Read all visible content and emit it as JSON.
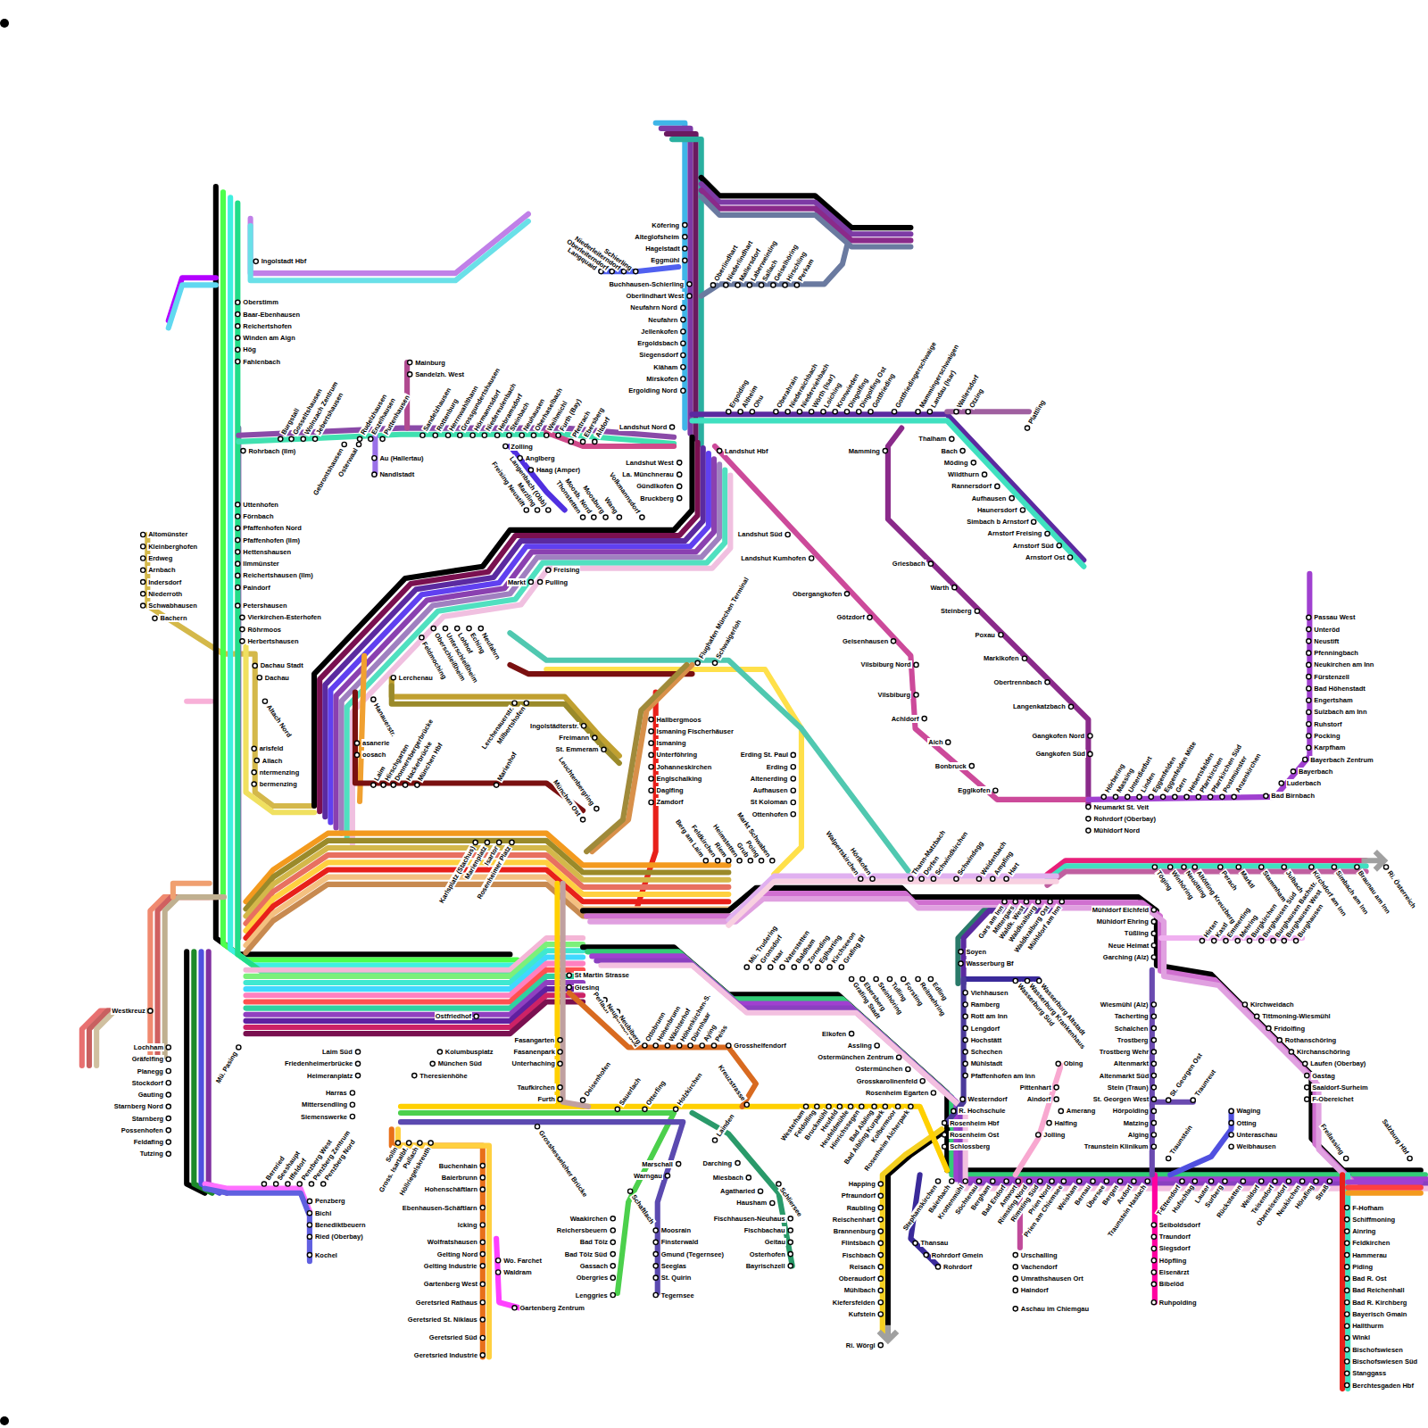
{
  "diagram": {
    "labels": [
      "Ingolstadt Hbf",
      "Oberstimm",
      "Baar-Ebenhausen",
      "Reichertshofen",
      "Winden am Aign",
      "Hög",
      "Fahlenbach",
      "Rohrbach (Ilm)",
      "Uttenhofen",
      "Förnbach",
      "Pfaffenhofen Nord",
      "Pfaffenhofen (Ilm)",
      "Hettenshausen",
      "Ilmmünster",
      "Reichertshausen (Ilm)",
      "Paindorf",
      "Petershausen",
      "Vierkirchen-Esterhofen",
      "Röhrmoos",
      "Herbertshausen",
      "Dachau Stadt",
      "Dachau",
      "Altach Nord",
      "arisfeld",
      "Allach",
      "ntermenzing",
      "bermenzing",
      "Altomünster",
      "Kleinberghofen",
      "Erdweg",
      "Arnbach",
      "Indersdorf",
      "Niederroth",
      "Schwabhausen",
      "Bachern",
      "Burgstall",
      "Gosseltshausen",
      "Wolnzach Zentrum",
      "Jebertshausen",
      "Rudelzhausen",
      "Enzelhausen",
      "Puttenhausen",
      "Gebrontshausen",
      "Osterwaal",
      "Au (Hallertau)",
      "Nandlstadt",
      "Mainburg",
      "Sandelzh. West",
      "Sandelzhausen",
      "Rottenburg",
      "Herrnwahlthann",
      "Grossgundertshausen",
      "Hörmannsdorf",
      "Niedereulenbach",
      "Hebramsdorf",
      "Steinbach",
      "Neuhausen",
      "Oberhaselbach",
      "Weihmichl",
      "Furth (Bay)",
      "Pfettrach",
      "Ebersberg",
      "Altdorf",
      "Köfering",
      "Alteglofsheim",
      "Hagelstadt",
      "Eggmühl",
      "Langquaid",
      "Oberleiterndorf",
      "Niederleiterndorf",
      "Schierling",
      "Buchhausen-Schierling",
      "Oberlindhart West",
      "Neufahrn Nord",
      "Neufahrn",
      "Jellenkofen",
      "Ergoldsbach",
      "Siegensdorf",
      "Kläham",
      "Mirskofen",
      "Ergolding Nord",
      "Oberlindhart",
      "Niederlindhart",
      "Mallersdorf",
      "Laberweinting",
      "Sallach",
      "Geiselhöring",
      "Hirschling",
      "Perkam",
      "Landshut Nord",
      "Landshut Hbf",
      "Landshut West",
      "La. Münchnerau",
      "Gündlkofen",
      "Bruckberg",
      "Ergolding",
      "Altheim",
      "Ohu",
      "Oberahrain",
      "Niederaichbach",
      "Niederviehbach",
      "Wörth (Isar)",
      "Loiching",
      "Kronwieden",
      "Dingolfing",
      "Dingolfing Ost",
      "Gottfrieding",
      "Gottfriedingerschwaige",
      "Mammingerschwaigen",
      "Landau (Isar)",
      "Wallersdorf",
      "Otzing",
      "Plattling",
      "Mamming",
      "Thalham",
      "Bach",
      "Möding",
      "Wildthurn",
      "Rannersdorf",
      "Aufhausen",
      "Haunersdorf",
      "Simbach b Arnstorf",
      "Arnstorf Freising",
      "Arnstorf Süd",
      "Arnstorf Ost",
      "Landshut Süd",
      "Landshut Kumhofen",
      "Obergangkofen",
      "Götzdorf",
      "Geisenhausen",
      "Vilsbiburg Nord",
      "Vilsbiburg",
      "Achldorf",
      "Aich",
      "Bonbruck",
      "Egglkofen",
      "Griesbach",
      "Warth",
      "Steinberg",
      "Poxau",
      "Marklkofen",
      "Obertrennbach",
      "Langenkatzbach",
      "Gangkofen Nord",
      "Gangkofen Süd",
      "Neumarkt St. Veit",
      "Rohrdorf (Oberbay)",
      "Mühldorf Nord",
      "Hörbering",
      "Massing",
      "Unterdietfurt",
      "Linden",
      "Eggenfelden",
      "Eggenfelden Mitte",
      "Gern",
      "Hebertsfelden",
      "Pfarrkirchen",
      "Pfarrkirchen Süd",
      "Postmünster",
      "Anzenkirchen",
      "Passau West",
      "Unteröd",
      "Neustift",
      "Pfenningbach",
      "Neukirchen am Inn",
      "Fürstenzell",
      "Bad Höhenstadt",
      "Engertsham",
      "Sulzbach am Inn",
      "Ruhstorf",
      "Pocking",
      "Karpfham",
      "Bayerbach Zentrum",
      "Bayerbach",
      "Luderbach",
      "Bad Birnbach",
      "Zolling",
      "Anglberg",
      "Haag (Amper)",
      "Freising Neustift",
      "Marzling",
      "Langenbach (Obb)",
      "Thonstetten",
      "Moosb. Nord",
      "Moosburg",
      "Wang",
      "Volkmannsdorf",
      "Freising",
      "Pulling",
      "Markt",
      "Feldmoching",
      "Oberschleißheim",
      "Unterschleißheim",
      "Lohhof",
      "Eching",
      "Neufahrn",
      "Lerchenau",
      "Hanauerstr.",
      "asanerie",
      "oosach",
      "Lerchenauerstr.",
      "Milbertshofen",
      "Ingolstädterstr.",
      "Freimann",
      "St. Emmeram",
      "Flughafen München Terminal",
      "Schwaigerloh",
      "Hallbergmoos",
      "Ismaning Fischerhäuser",
      "Ismaning",
      "Unterföhring",
      "Johanneskirchen",
      "Englschalking",
      "Daglfing",
      "Zamdorf",
      "Laim",
      "Hirschgarten",
      "Donnersbergerbrücke",
      "Hackerbrücke",
      "München Hbf",
      "Marienhof",
      "Karlsplatz (Stachus)",
      "Marienplatz",
      "Isartor",
      "Rosenheimer Platz",
      "Leuchtenbergring",
      "München Ost",
      "Berg am Laim",
      "Feldkirchen",
      "Riem",
      "Heimstetten",
      "Grub",
      "Poing",
      "Markt Schwaben",
      "Erding St. Paul",
      "Erding",
      "Altenerding",
      "Aufhausen",
      "St Koloman",
      "Ottenhofen",
      "Walpertskirchen",
      "Hörlkofen",
      "Thann-Matzbach",
      "Dorfen",
      "Schwindkirchen",
      "Schwindegg",
      "Weidenbach",
      "Ampfing",
      "Hart",
      "Gars am Inn",
      "Mittergars",
      "Waldk. West",
      "Waldkraiburg",
      "Waldkraiburg Ost",
      "Mühldorf am Inn",
      "Mühldorf Eichfeld",
      "Mühldorf Ehring",
      "Tüßling",
      "Neue Heimat",
      "Garching (Alz)",
      "Hirten",
      "Kastl",
      "Emmerting",
      "Mehring",
      "Burgkirchen",
      "Burghausen Süd",
      "Burghausen Bachstr.",
      "Burghausen West",
      "Burghausen",
      "Töging",
      "Winhöring",
      "Neuötting",
      "Altötting Kreuzberg",
      "Perach",
      "Marktl",
      "Stammham",
      "Julbach",
      "Kirchdorf am Inn",
      "Simbach am Inn",
      "Braunau am Inn",
      "Ri. Österreich",
      "Wiesmühl (Alz)",
      "Tacherting",
      "Schalchen",
      "Trostberg",
      "Trostberg Wehr",
      "Altenmarkt",
      "Altenmarkt Süd",
      "Stein (Traun)",
      "St. Georgen West",
      "Hörpolding",
      "Matzing",
      "Alging",
      "Traunstein Klinikum",
      "St. Georgen Ost",
      "Traunreut",
      "Waging",
      "Otting",
      "Unteraschau",
      "Weibhausen",
      "Traunstein",
      "Kirchweidach",
      "Tittmoning-Wiesmühl",
      "Fridolfing",
      "Rothanschöring",
      "Kirchanschöring",
      "Laufen (Oberbay)",
      "Gastag",
      "Saaldorf-Surheim",
      "F-Obereichet",
      "Freilassing",
      "Salzburg Hbf",
      "T-Ettendorf",
      "Hufschlag",
      "Lauter",
      "Surberg",
      "Rückstetten",
      "Weildorf",
      "Teisendorf",
      "Oberteisendorf",
      "Neukirchen",
      "Hörafing",
      "Straß",
      "Stephanskirchen",
      "Baierbach",
      "Krottenmühl",
      "Söchtenau",
      "Bergham",
      "Bad Endorf",
      "Antwort",
      "Rimsting Nord",
      "Rimsting Süd",
      "Prien Nord",
      "Prien am Chiemsee",
      "Weisham",
      "Bernau",
      "Übersee",
      "Bergen",
      "Axdorf",
      "Traunstein Haslach",
      "Obing",
      "Pittenhart",
      "Aindorf",
      "Amerang",
      "Halfing",
      "Jolling",
      "Urschalling",
      "Vachendorf",
      "Umrathshausen Ort",
      "Haindorf",
      "Aschau im Chiemgau",
      "Seiboldsdorf",
      "Traundorf",
      "Siegsdorf",
      "Höpfling",
      "Eisenärzt",
      "Bibelöd",
      "Ruhpolding",
      "F-Hofham",
      "Schiffmoning",
      "Ainring",
      "Feldkirchen",
      "Hammerau",
      "Piding",
      "Bad R. Ost",
      "Bad Reichenhall",
      "Bad R. Kirchberg",
      "Bayerisch Gmain",
      "Hallthurm",
      "Winkl",
      "Bischofswiesen",
      "Bischofswiesen Süd",
      "Stanggass",
      "Berchtesgaden Hbf",
      "Soyen",
      "Wasserburg Bf",
      "Viehhausen",
      "Ramberg",
      "Rott am Inn",
      "Lengdorf",
      "Hochstätt",
      "Schechen",
      "Mühlstadt",
      "Pfaffenhofen am Inn",
      "Westerndorf",
      "R. Hochschule",
      "Rosenheim Hbf",
      "Rosenheim Ost",
      "Schlossberg",
      "Wasserburg Süd",
      "Wasserburg Krankenhaus",
      "Wasserburg Altstadt",
      "Mü. Trudering",
      "Gronsdorf",
      "Haar",
      "Vaterstetten",
      "Baldham",
      "Zorneding",
      "Eglharting",
      "Kirchseeon",
      "Grafing Bf",
      "Grafing Stadt",
      "Ebersberg",
      "Steinhöring",
      "Tulling",
      "Forsting",
      "Reitmehring",
      "Edling",
      "Elkofen",
      "Assling",
      "Ostermünchen Zentrum",
      "Ostermünchen",
      "Grosskarolinenfeld",
      "Rosenheim Egarten",
      "Westerham",
      "Feldolling",
      "Bruckmühl",
      "Heufeld",
      "Heufeldmühle",
      "Hinrichssegen",
      "Bad Aibling",
      "Bad Aibling Kurpark",
      "Kolbermoor",
      "Rosenheim Aicherpark",
      "Happing",
      "Pfraundorf",
      "Raubling",
      "Reischenhart",
      "Brannenburg",
      "Flintsbach",
      "Fischbach",
      "Reisach",
      "Oberaudorf",
      "Mühlbach",
      "Kiefersfelden",
      "Kufstein",
      "Ri. Wörgl",
      "Thansau",
      "Rohrdorf Gmein",
      "Rohrdorf",
      "St Martin Strasse",
      "Giesing",
      "Ostfriedhof",
      "Kolumbusplatz",
      "München Süd",
      "Theresienhöhe",
      "Laim Süd",
      "Friedenheimerbrücke",
      "Heimeranplatz",
      "Harras",
      "Mittersendling",
      "Siemenswerke",
      "Fasangarten",
      "Fasanenpark",
      "Unterhaching",
      "Taufkirchen",
      "Furth",
      "Perlach",
      "Neuperlach Süd",
      "Neubiberg",
      "Ottobrunn",
      "Hohenbrunn",
      "Wächterhof",
      "Höhenkirchen-S.",
      "Dürrnhaar",
      "Aying",
      "Peiss",
      "Grosshelfendorf",
      "Kreuzstrasse",
      "Deisenhofen",
      "Sauerlach",
      "Otterfing",
      "Holzkirchen",
      "Solln",
      "Gross. Isartalbf.",
      "Pullach",
      "Höllriegelskreuth",
      "Grosshesseloher Brücke",
      "Buchenhain",
      "Baierbrunn",
      "Hohenschäftlarn",
      "Ebenhausen-Schäftlarn",
      "Icking",
      "Wolfratshausen",
      "Gelting Nord",
      "Gelting Industrie",
      "Gartenberg West",
      "Geretsried Rathaus",
      "Geretsried St. Niklaus",
      "Geretsried Süd",
      "Geretsried Industrie",
      "Wo. Farchet",
      "Waldram",
      "Gartenberg Zentrum",
      "Marschall",
      "Warngau",
      "Schaftlach",
      "Waakirchen",
      "Reichersbeuern",
      "Bad Tölz",
      "Bad Tölz Süd",
      "Gassach",
      "Obergries",
      "Lenggries",
      "Moosrain",
      "Finsterwald",
      "Gmund (Tegernsee)",
      "Seeglas",
      "St. Quirin",
      "Tegernsee",
      "Lainden",
      "Darching",
      "Miesbach",
      "Agatharied",
      "Hausham",
      "Schliersee",
      "Fischhausen-Neuhaus",
      "Fischbachau",
      "Geitau",
      "Osterhofen",
      "Bayrischzell",
      "Westkreuz",
      "Lochham",
      "Gräfelfing",
      "Planegg",
      "Stockdorf",
      "Gauting",
      "Starnberg Nord",
      "Starnberg",
      "Possenhofen",
      "Feldafing",
      "Tutzing",
      "Mü. Pasing",
      "Bernried",
      "Seeshaupt",
      "Iffeldorf",
      "Penzberg West",
      "Penzberg Zentrum",
      "Penzberg Nord",
      "Penzberg",
      "Bichl",
      "Benediktbeuern",
      "Ried (Oberbay)",
      "Kochel"
    ]
  }
}
